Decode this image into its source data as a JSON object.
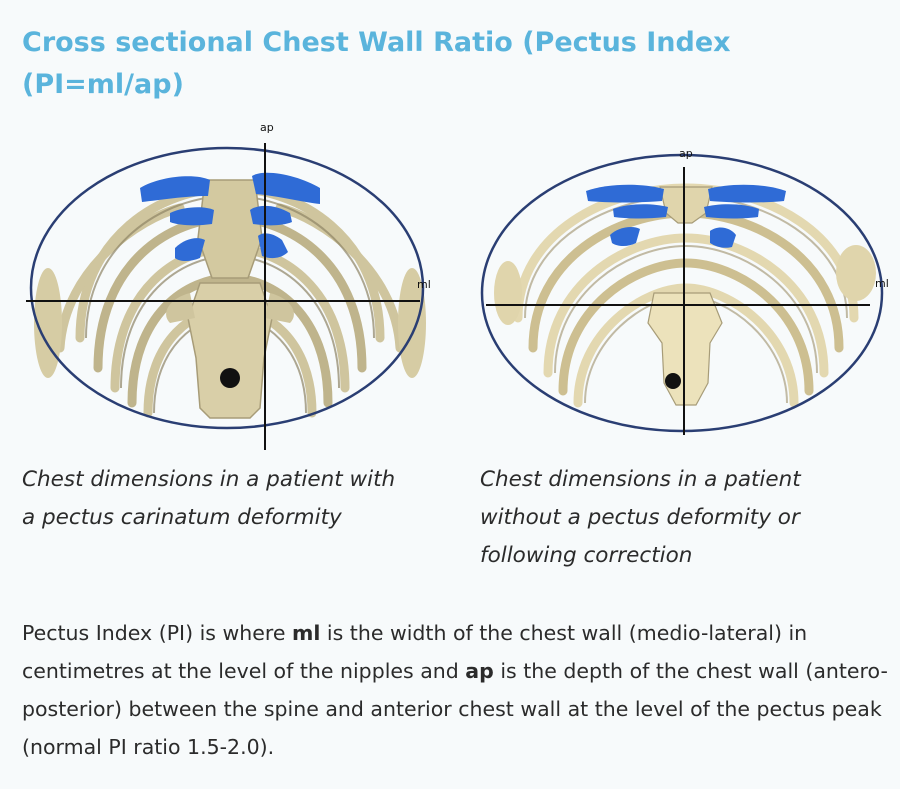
{
  "title": "Cross sectional Chest Wall Ratio (Pectus Index (PI=ml/ap)",
  "figures": [
    {
      "label_ap": "ap",
      "label_ml": "ml",
      "caption_line1": "Chest dimensions in a patient with",
      "caption_line2": "a pectus carinatum deformity"
    },
    {
      "label_ap": "ap",
      "label_ml": "ml",
      "caption_line1": "Chest dimensions in a patient",
      "caption_line2": "without a pectus deformity or",
      "caption_line3": "following correction"
    }
  ],
  "description": {
    "p1": "Pectus Index (PI) is where ",
    "ml": "ml",
    "p2": " is the width of the chest wall (medio-lateral) in centimetres at the level of the nipples and ",
    "ap": "ap",
    "p3": " is the depth of the chest wall (antero-posterior) between the spine and anterior chest wall at the level of the pectus peak (normal PI ratio 1.5-2.0)."
  },
  "colors": {
    "title": "#5ab4dc",
    "bone": "#d9cfa8",
    "bone_shade": "#a79c78",
    "cartilage": "#2f6bd6",
    "ellipse": "#2a3e73",
    "axis": "#111111"
  }
}
